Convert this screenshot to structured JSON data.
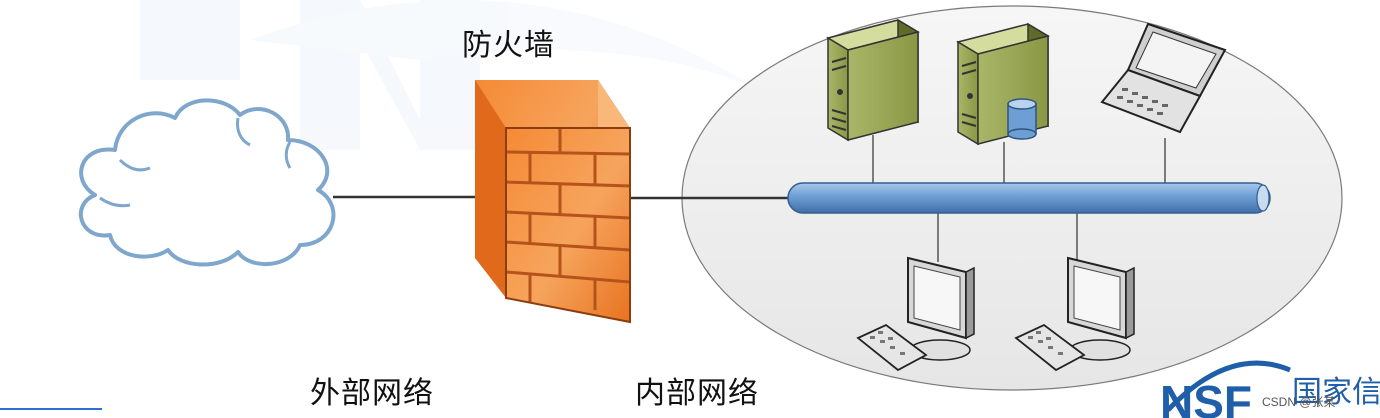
{
  "labels": {
    "firewall": "防火墙",
    "external_network": "外部网络",
    "internal_network": "内部网络"
  },
  "logo": {
    "letters": "NSF",
    "text": "国家信"
  },
  "watermark": "CSDN @张某",
  "colors": {
    "cloud_stroke": "#7fa6cc",
    "firewall_orange": "#f07f2a",
    "firewall_dark": "#b5531a",
    "bus_blue": "#6d9fd4",
    "server_green": "#8b9a4a",
    "ellipse_fill": "#f0f0f0",
    "logo_blue": "#1f5ea8"
  },
  "icons": [
    "cloud-icon",
    "firewall-icon",
    "server-icon",
    "database-server-icon",
    "laptop-icon",
    "desktop-computer-icon",
    "network-bus-icon"
  ]
}
